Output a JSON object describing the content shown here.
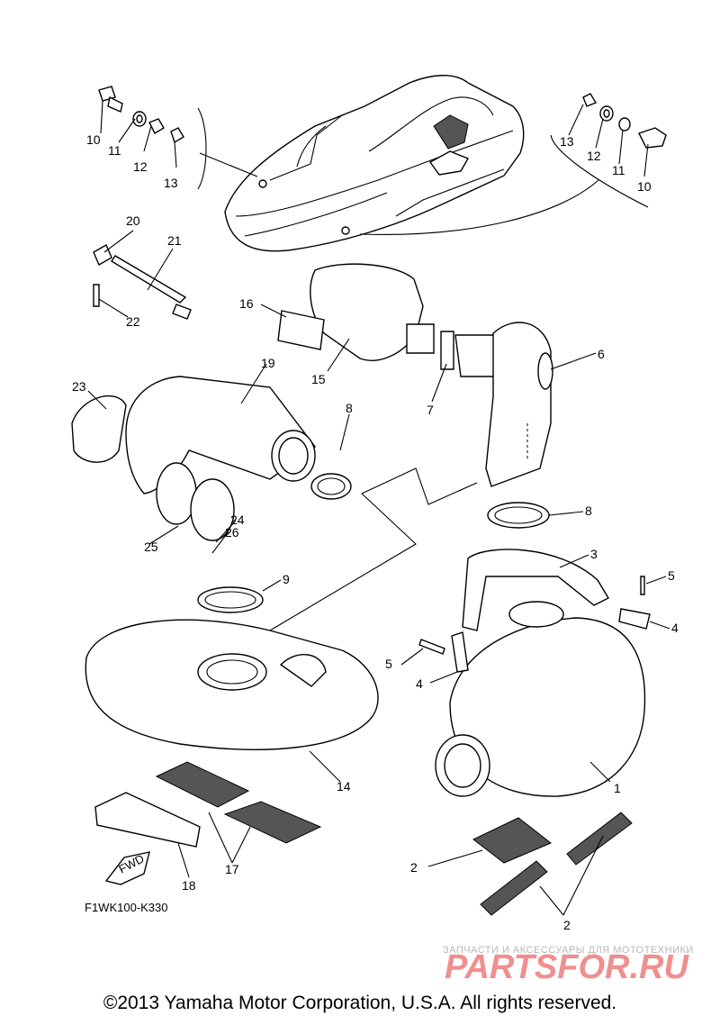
{
  "callouts": {
    "c1": "1",
    "c2a": "2",
    "c2b": "2",
    "c3": "3",
    "c4a": "4",
    "c4b": "4",
    "c5a": "5",
    "c5b": "5",
    "c6": "6",
    "c7": "7",
    "c8a": "8",
    "c8b": "8",
    "c9": "9",
    "c10a": "10",
    "c10b": "10",
    "c11a": "11",
    "c11b": "11",
    "c12a": "12",
    "c12b": "12",
    "c13a": "13",
    "c13b": "13",
    "c14": "14",
    "c15": "15",
    "c16": "16",
    "c17": "17",
    "c18": "18",
    "c19": "19",
    "c20": "20",
    "c21": "21",
    "c22": "22",
    "c23": "23",
    "c24": "24",
    "c25": "25",
    "c26": "26"
  },
  "fwd_label": "FWD",
  "diagram_code": "F1WK100-K330",
  "watermark": {
    "tagline": "ЗАПЧАСТИ И АКСЕССУАРЫ ДЛЯ МОТОТЕХНИКИ",
    "brand": "PARTSFOR.RU"
  },
  "copyright": "©2013 Yamaha Motor Corporation, U.S.A. All rights reserved."
}
